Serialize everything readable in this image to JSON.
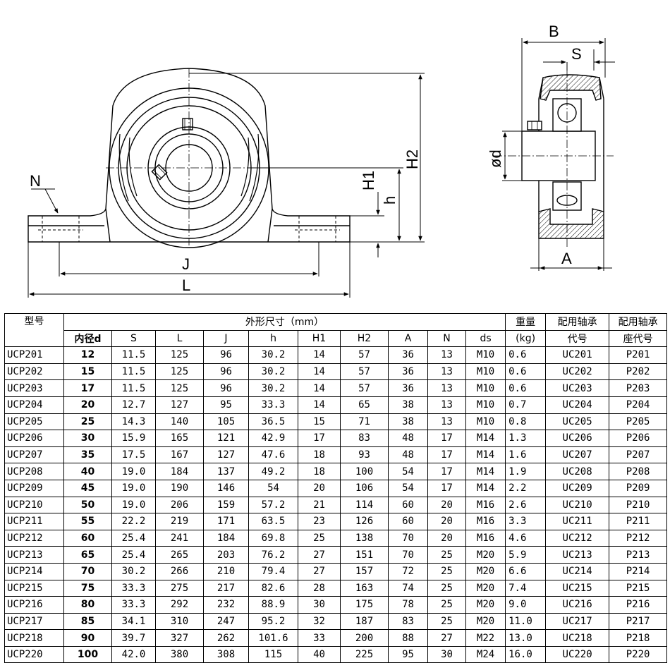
{
  "drawing": {
    "labels": {
      "N": "N",
      "J": "J",
      "L": "L",
      "H1": "H1",
      "h": "h",
      "H2": "H2",
      "B": "B",
      "S": "S",
      "phi_d": "ød",
      "A": "A"
    }
  },
  "table": {
    "headers": {
      "model": "型号",
      "dims_group": "外形尺寸（mm）",
      "weight": "重量",
      "weight_unit": "(kg)",
      "bearing_line1": "配用轴承",
      "bearing_line2": "代号",
      "housing_line1": "配用轴承",
      "housing_line2": "座代号",
      "cols": [
        "内径d",
        "S",
        "L",
        "J",
        "h",
        "H1",
        "H2",
        "A",
        "N",
        "ds"
      ]
    },
    "rows": [
      [
        "UCP201",
        "12",
        "11.5",
        "125",
        "96",
        "30.2",
        "14",
        "57",
        "36",
        "13",
        "M10",
        "0.6",
        "UC201",
        "P201"
      ],
      [
        "UCP202",
        "15",
        "11.5",
        "125",
        "96",
        "30.2",
        "14",
        "57",
        "36",
        "13",
        "M10",
        "0.6",
        "UC202",
        "P202"
      ],
      [
        "UCP203",
        "17",
        "11.5",
        "125",
        "96",
        "30.2",
        "14",
        "57",
        "36",
        "13",
        "M10",
        "0.6",
        "UC203",
        "P203"
      ],
      [
        "UCP204",
        "20",
        "12.7",
        "127",
        "95",
        "33.3",
        "14",
        "65",
        "38",
        "13",
        "M10",
        "0.7",
        "UC204",
        "P204"
      ],
      [
        "UCP205",
        "25",
        "14.3",
        "140",
        "105",
        "36.5",
        "15",
        "71",
        "38",
        "13",
        "M10",
        "0.8",
        "UC205",
        "P205"
      ],
      [
        "UCP206",
        "30",
        "15.9",
        "165",
        "121",
        "42.9",
        "17",
        "83",
        "48",
        "17",
        "M14",
        "1.3",
        "UC206",
        "P206"
      ],
      [
        "UCP207",
        "35",
        "17.5",
        "167",
        "127",
        "47.6",
        "18",
        "93",
        "48",
        "17",
        "M14",
        "1.6",
        "UC207",
        "P207"
      ],
      [
        "UCP208",
        "40",
        "19.0",
        "184",
        "137",
        "49.2",
        "18",
        "100",
        "54",
        "17",
        "M14",
        "1.9",
        "UC208",
        "P208"
      ],
      [
        "UCP209",
        "45",
        "19.0",
        "190",
        "146",
        "54",
        "20",
        "106",
        "54",
        "17",
        "M14",
        "2.2",
        "UC209",
        "P209"
      ],
      [
        "UCP210",
        "50",
        "19.0",
        "206",
        "159",
        "57.2",
        "21",
        "114",
        "60",
        "20",
        "M16",
        "2.6",
        "UC210",
        "P210"
      ],
      [
        "UCP211",
        "55",
        "22.2",
        "219",
        "171",
        "63.5",
        "23",
        "126",
        "60",
        "20",
        "M16",
        "3.3",
        "UC211",
        "P211"
      ],
      [
        "UCP212",
        "60",
        "25.4",
        "241",
        "184",
        "69.8",
        "25",
        "138",
        "70",
        "20",
        "M16",
        "4.6",
        "UC212",
        "P212"
      ],
      [
        "UCP213",
        "65",
        "25.4",
        "265",
        "203",
        "76.2",
        "27",
        "151",
        "70",
        "25",
        "M20",
        "5.9",
        "UC213",
        "P213"
      ],
      [
        "UCP214",
        "70",
        "30.2",
        "266",
        "210",
        "79.4",
        "27",
        "157",
        "72",
        "25",
        "M20",
        "6.6",
        "UC214",
        "P214"
      ],
      [
        "UCP215",
        "75",
        "33.3",
        "275",
        "217",
        "82.6",
        "28",
        "163",
        "74",
        "25",
        "M20",
        "7.4",
        "UC215",
        "P215"
      ],
      [
        "UCP216",
        "80",
        "33.3",
        "292",
        "232",
        "88.9",
        "30",
        "175",
        "78",
        "25",
        "M20",
        "9.0",
        "UC216",
        "P216"
      ],
      [
        "UCP217",
        "85",
        "34.1",
        "310",
        "247",
        "95.2",
        "32",
        "187",
        "83",
        "25",
        "M20",
        "11.0",
        "UC217",
        "P217"
      ],
      [
        "UCP218",
        "90",
        "39.7",
        "327",
        "262",
        "101.6",
        "33",
        "200",
        "88",
        "27",
        "M22",
        "13.0",
        "UC218",
        "P218"
      ],
      [
        "UCP220",
        "100",
        "42.0",
        "380",
        "308",
        "115",
        "40",
        "225",
        "95",
        "30",
        "M24",
        "16.0",
        "UC220",
        "P220"
      ]
    ]
  }
}
